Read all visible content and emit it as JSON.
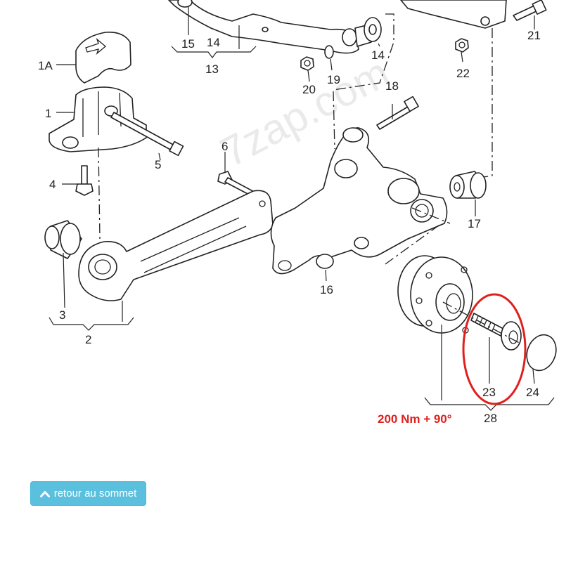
{
  "watermark": "7zap.com",
  "callouts": {
    "c1A": "1A",
    "c1": "1",
    "c2": "2",
    "c3": "3",
    "c4": "4",
    "c5": "5",
    "c6": "6",
    "c13": "13",
    "c14a": "14",
    "c14b": "14",
    "c15": "15",
    "c16": "16",
    "c17": "17",
    "c18": "18",
    "c19": "19",
    "c20": "20",
    "c21": "21",
    "c22": "22",
    "c23": "23",
    "c24": "24",
    "c28": "28"
  },
  "annotation": {
    "torque_text": "200 Nm + 90°",
    "highlight_color": "#e0201d"
  },
  "back_to_top": {
    "label": "retour au sommet",
    "icon": "chevron-up-icon",
    "color": "#5bc0de"
  }
}
